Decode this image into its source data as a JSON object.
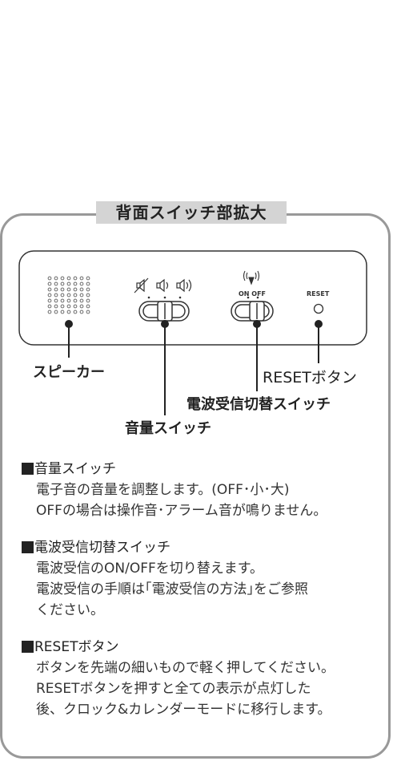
{
  "title": "背面スイッチ部拡大",
  "panel": {
    "antenna_label": "((ᵢ))",
    "onoff_label": "ON OFF",
    "reset_label": "RESET"
  },
  "callouts": {
    "speaker": "スピーカー",
    "reset_button": "RESETボタン",
    "radio_switch": "電波受信切替スイッチ",
    "volume_switch": "音量スイッチ"
  },
  "sections": [
    {
      "heading": "音量スイッチ",
      "lines": [
        "電子音の音量を調整します。(OFF･小･大)",
        "OFFの場合は操作音･アラーム音が鳴りません。"
      ]
    },
    {
      "heading": "電波受信切替スイッチ",
      "lines": [
        "電波受信のON/OFFを切り替えます。",
        "電波受信の手順は｢電波受信の方法｣をご参照",
        "ください。"
      ]
    },
    {
      "heading": "RESETボタン",
      "lines": [
        "ボタンを先端の細いもので軽く押してください。",
        "RESETボタンを押すと全ての表示が点灯した",
        "後、クロック&カレンダーモードに移行します。"
      ]
    }
  ]
}
